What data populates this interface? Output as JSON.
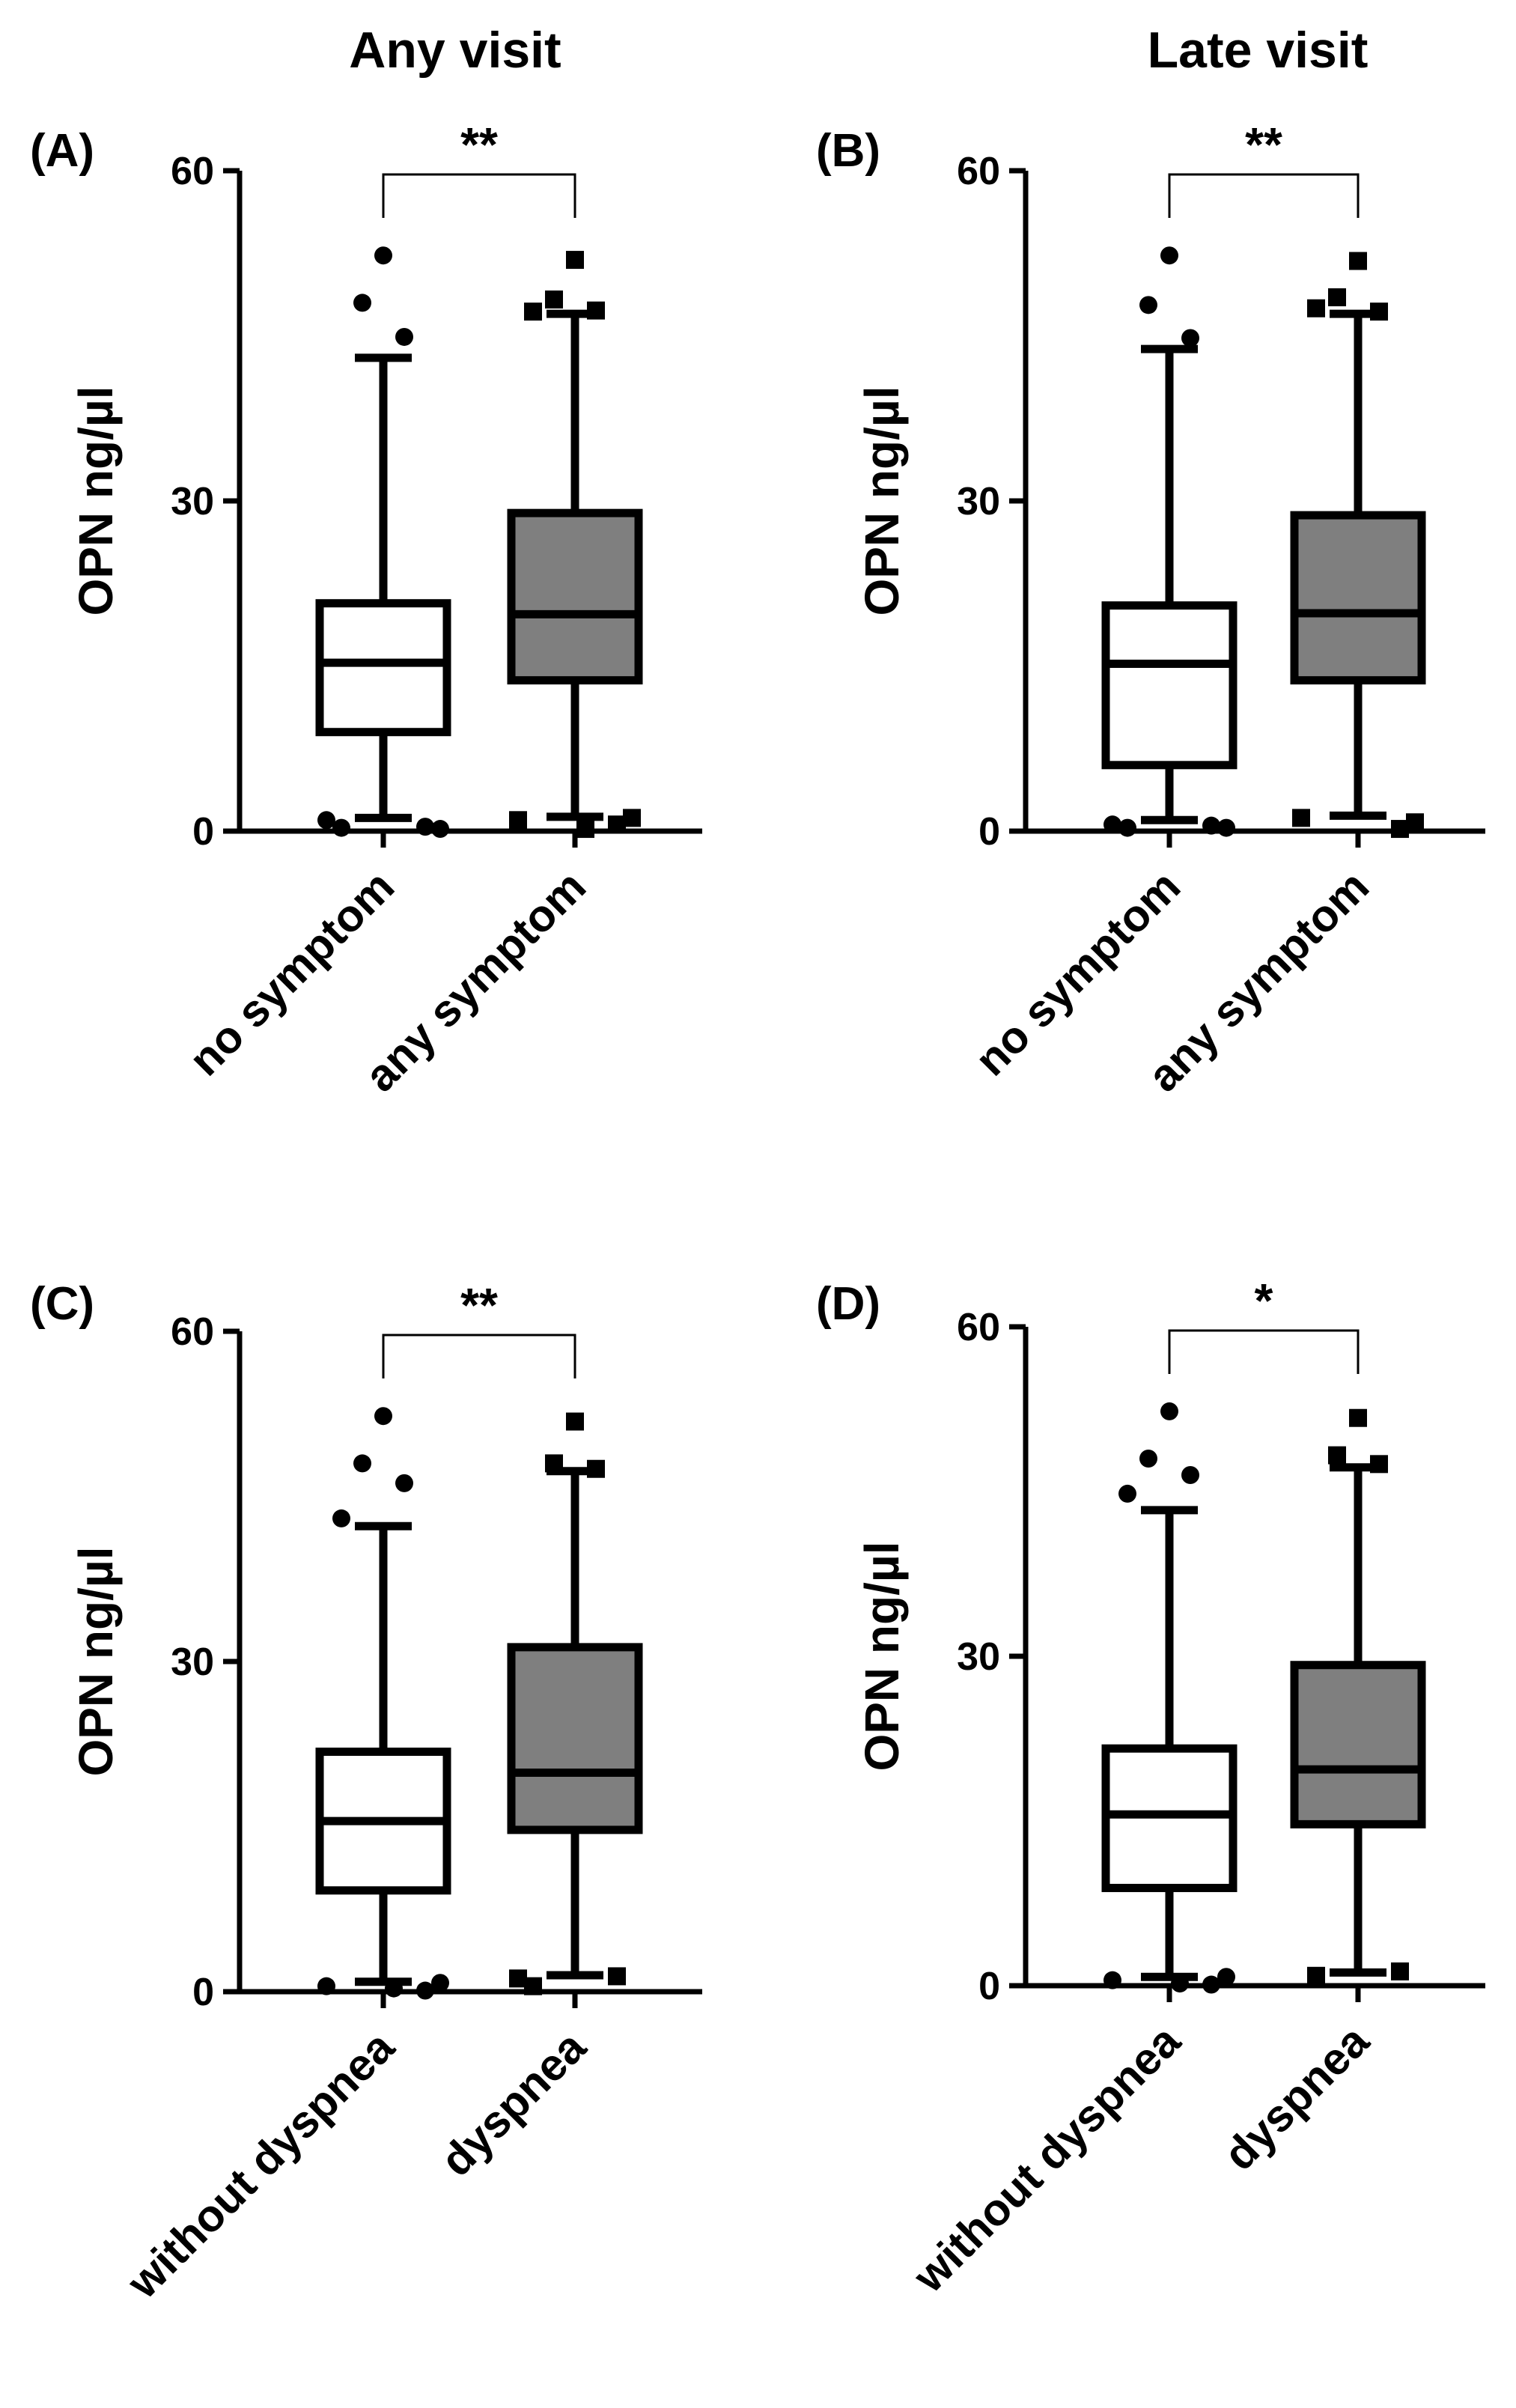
{
  "column_titles": [
    "Any visit",
    "Late visit"
  ],
  "chart_data": [
    {
      "type": "box",
      "panel": "(A)",
      "ylabel": "OPN ng/µl",
      "ylim": [
        0,
        60
      ],
      "yticks": [
        0,
        30,
        60
      ],
      "significance": "**",
      "categories": [
        "no symptom",
        "any symptom"
      ],
      "boxes": [
        {
          "category": "no symptom",
          "fill": "#ffffff",
          "marker": "circle",
          "whisker_low": 1.2,
          "q1": 9,
          "median": 15.3,
          "q3": 20.7,
          "whisker_high": 43,
          "outliers": [
            52.3,
            48,
            44.9,
            0.3,
            0.4,
            1.0,
            0.2
          ]
        },
        {
          "category": "any symptom",
          "fill": "#7f7f7f",
          "marker": "square",
          "whisker_low": 1.3,
          "q1": 13.7,
          "median": 19.7,
          "q3": 28.9,
          "whisker_high": 47,
          "outliers": [
            51.9,
            48.3,
            47.3,
            47.2,
            0.6,
            1.0,
            1.2,
            0.2
          ]
        }
      ]
    },
    {
      "type": "box",
      "panel": "(B)",
      "ylabel": "OPN ng/µl",
      "ylim": [
        0,
        60
      ],
      "yticks": [
        0,
        30,
        60
      ],
      "significance": "**",
      "categories": [
        "no symptom",
        "any symptom"
      ],
      "boxes": [
        {
          "category": "no symptom",
          "fill": "#ffffff",
          "marker": "circle",
          "whisker_low": 1.0,
          "q1": 6,
          "median": 15.2,
          "q3": 20.5,
          "whisker_high": 43.8,
          "outliers": [
            52.3,
            47.8,
            44.8,
            0.3,
            0.5,
            0.6,
            0.3
          ]
        },
        {
          "category": "any symptom",
          "fill": "#7f7f7f",
          "marker": "square",
          "whisker_low": 1.4,
          "q1": 13.7,
          "median": 19.8,
          "q3": 28.7,
          "whisker_high": 47,
          "outliers": [
            51.8,
            48.5,
            47.2,
            47.5,
            0.2,
            1.2,
            0.8
          ]
        }
      ]
    },
    {
      "type": "box",
      "panel": "(C)",
      "ylabel": "OPN ng/µl",
      "ylim": [
        0,
        60
      ],
      "yticks": [
        0,
        30,
        60
      ],
      "significance": "**",
      "categories": [
        "without dyspnea",
        "dyspnea"
      ],
      "boxes": [
        {
          "category": "without dyspnea",
          "fill": "#ffffff",
          "marker": "circle",
          "whisker_low": 0.9,
          "q1": 9.2,
          "median": 15.5,
          "q3": 21.8,
          "whisker_high": 42.3,
          "outliers": [
            52.3,
            48,
            46.2,
            43,
            0.1,
            0.5,
            0.8,
            0.3
          ]
        },
        {
          "category": "dyspnea",
          "fill": "#7f7f7f",
          "marker": "square",
          "whisker_low": 1.5,
          "q1": 14.7,
          "median": 19.9,
          "q3": 31.3,
          "whisker_high": 47.3,
          "outliers": [
            51.8,
            48,
            47.5,
            0.5,
            1.4,
            1.2
          ]
        }
      ]
    },
    {
      "type": "box",
      "panel": "(D)",
      "ylabel": "OPN ng/µl",
      "ylim": [
        0,
        60
      ],
      "yticks": [
        0,
        30,
        60
      ],
      "significance": "*",
      "categories": [
        "without dyspnea",
        "dyspnea"
      ],
      "boxes": [
        {
          "category": "without dyspnea",
          "fill": "#ffffff",
          "marker": "circle",
          "whisker_low": 0.8,
          "q1": 8.9,
          "median": 15.6,
          "q3": 21.6,
          "whisker_high": 43.3,
          "outliers": [
            52.3,
            48,
            46.5,
            44.8,
            0.1,
            0.5,
            0.8,
            0.2
          ]
        },
        {
          "category": "dyspnea",
          "fill": "#7f7f7f",
          "marker": "square",
          "whisker_low": 1.2,
          "q1": 14.7,
          "median": 19.7,
          "q3": 29.2,
          "whisker_high": 47.2,
          "outliers": [
            51.7,
            48.3,
            47.5,
            0.9,
            1.3
          ]
        }
      ]
    }
  ]
}
